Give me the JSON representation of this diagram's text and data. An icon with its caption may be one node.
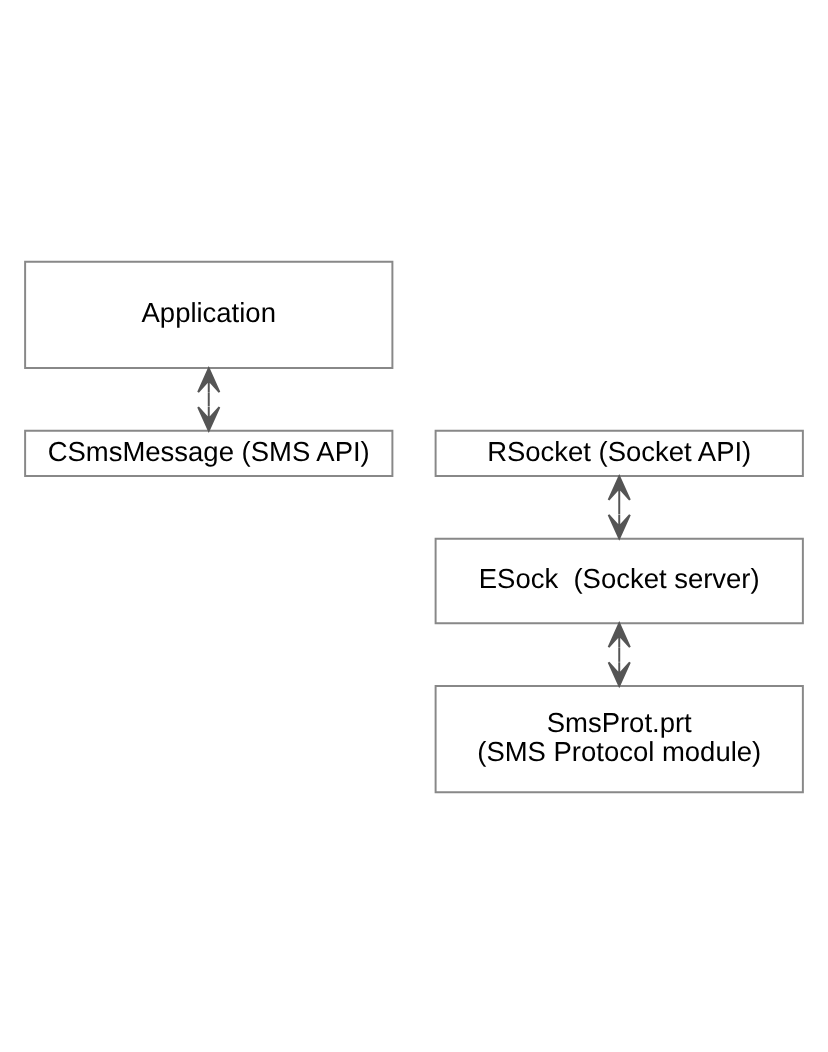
{
  "diagram": {
    "nodes": [
      {
        "text": [
          "Application"
        ]
      },
      {
        "text": [
          "CSmsMessage (SMS API)"
        ]
      },
      {
        "text": [
          "RSocket (Socket API)"
        ]
      },
      {
        "text": [
          "ESock  (Socket server)"
        ]
      },
      {
        "text": [
          "SmsProt.prt (SMS Protocol module)"
        ]
      }
    ],
    "edges": [
      {
        "from": 0,
        "to": 1,
        "arrow": "both"
      },
      {
        "from": 2,
        "to": 3,
        "arrow": "both"
      },
      {
        "from": 3,
        "to": 4,
        "arrow": "both"
      }
    ]
  }
}
